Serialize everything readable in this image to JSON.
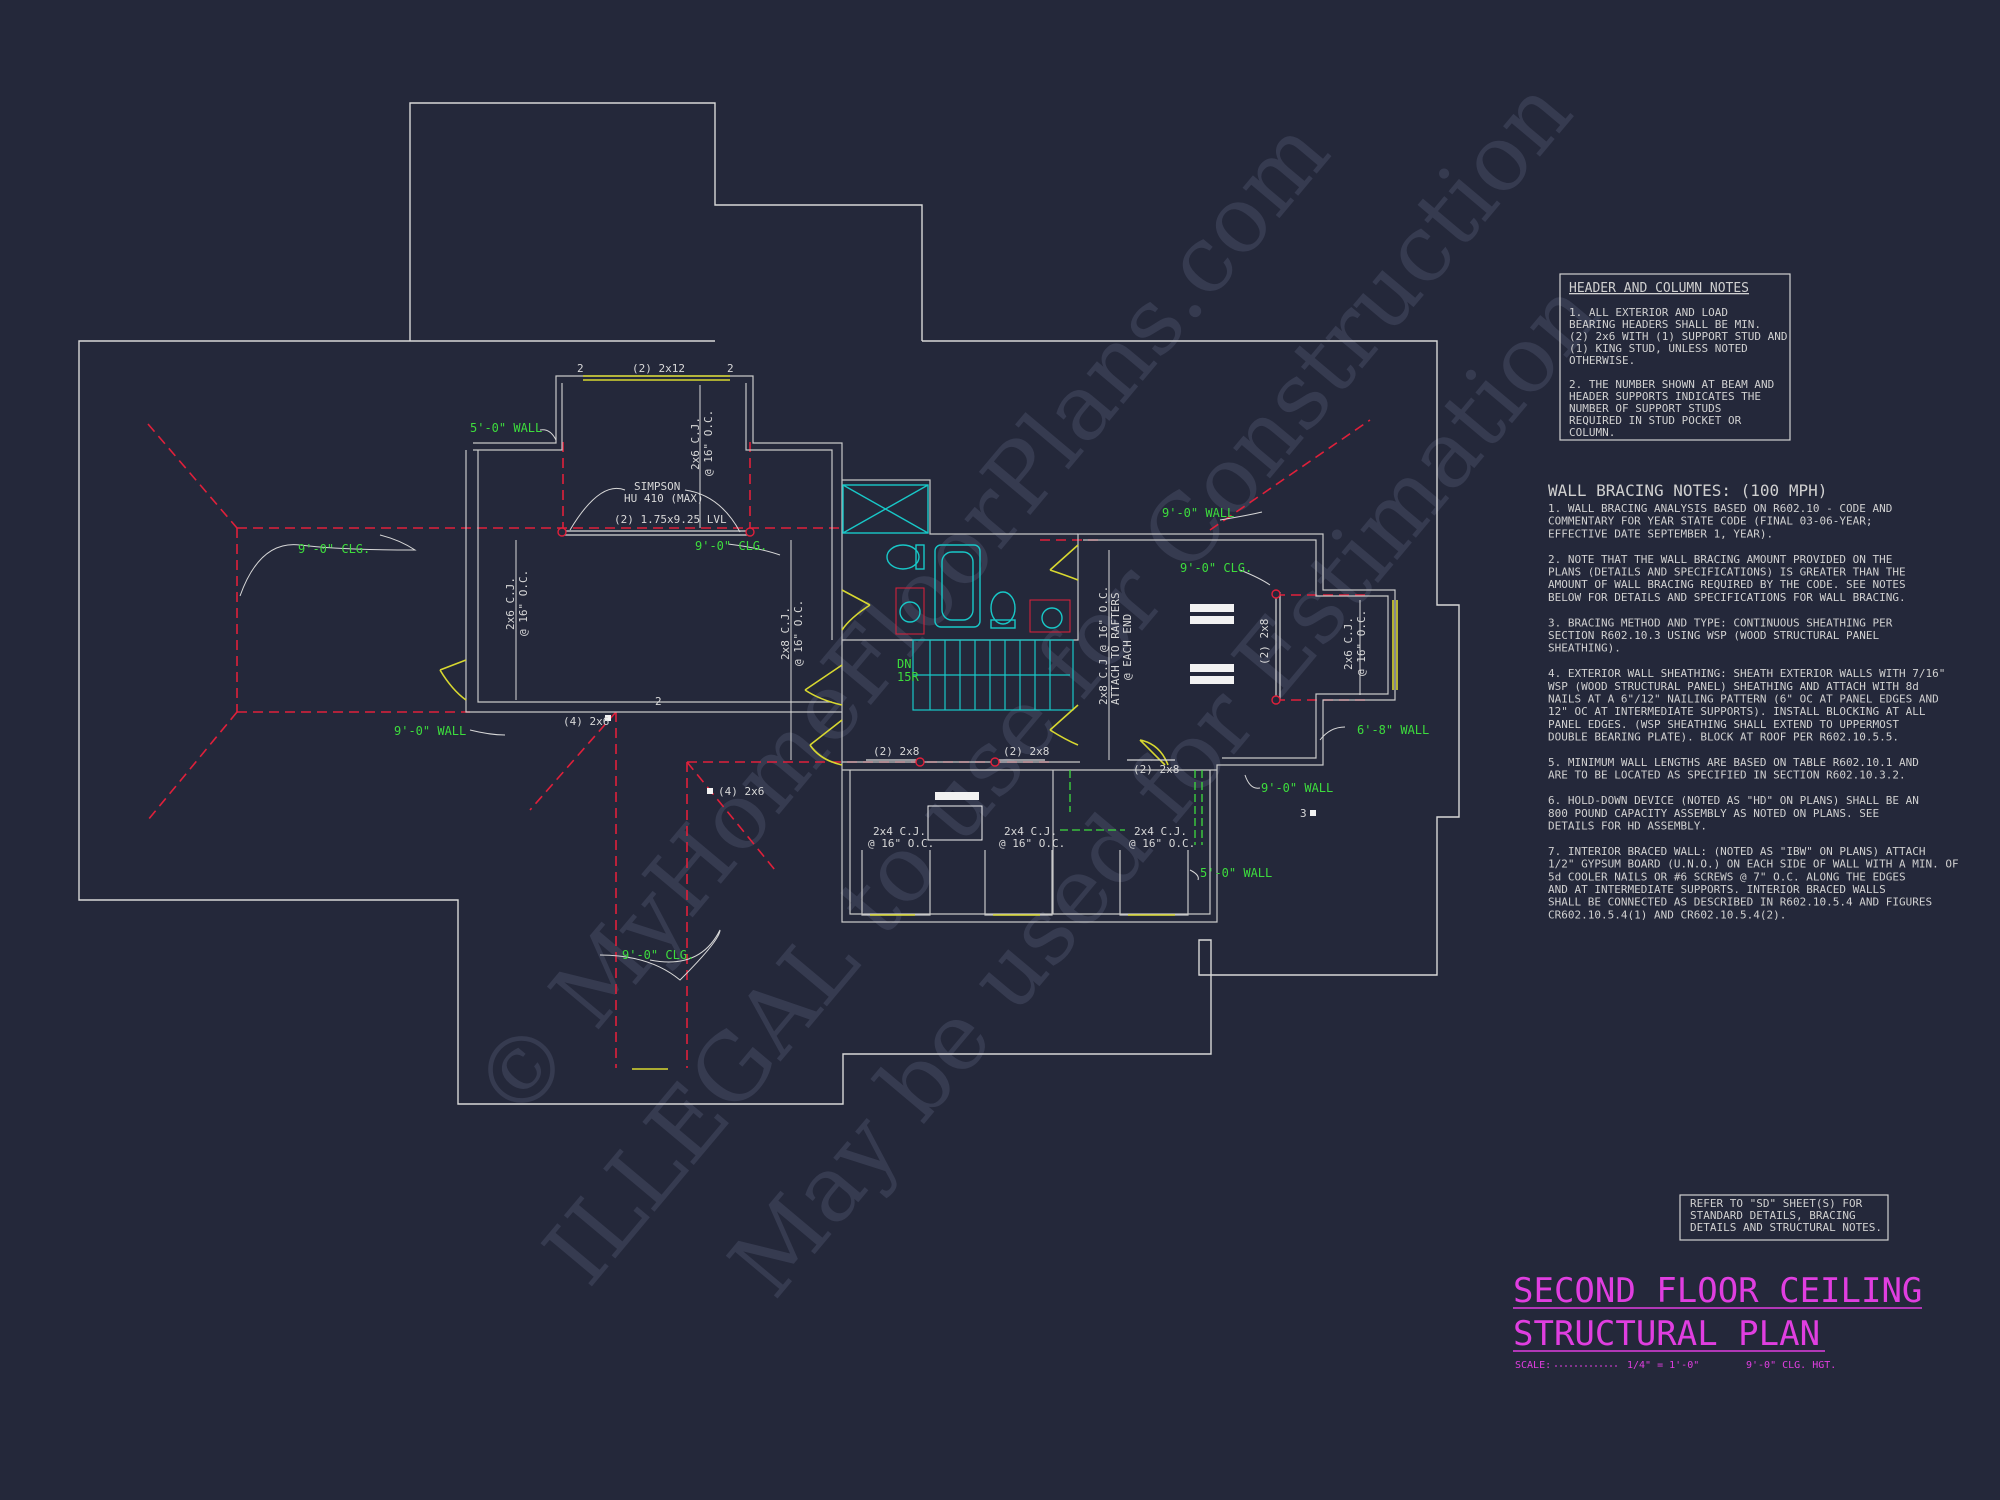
{
  "watermark": {
    "line1": "© MyHomeFloorPlans.com",
    "line2": "ILLEGAL to use for Construction",
    "line3": "May be used for Estimation"
  },
  "plan": {
    "ceiling_labels": [
      "9'-0\" CLG.",
      "9'-0\" CLG.",
      "9'-0\" CLG.",
      "9'-0\" CLG."
    ],
    "wall_labels": [
      "5'-0\" WALL",
      "9'-0\" WALL",
      "9'-0\" WALL",
      "6'-8\" WALL",
      "9'-0\" WALL",
      "5'-0\" WALL"
    ],
    "header_top": "(2) 2x12",
    "post_count_a": "2",
    "post_count_b": "2",
    "post_count_c": "2",
    "post_count_d": "3",
    "simpson_line1": "SIMPSON",
    "simpson_line2": "HU 410 (MAX)",
    "lvl_beam": "(2) 1.75x9.25 LVL",
    "cj_top": "2x6 C.J.",
    "cj_top_oc": "@ 16\" O.C.",
    "cj_left": "2x6 C.J.",
    "cj_left_oc": "@ 16\" O.C.",
    "cj_mid": "2x8 C.J.",
    "cj_mid_oc": "@ 16\" O.C.",
    "cj_right_main": "2x8 C.J @ 16\" O.C.",
    "cj_right_attach": "ATTACH TO RAFTERS",
    "cj_right_each": "@ EACH END",
    "cj_right_far": "2x6 C.J.",
    "cj_right_far_oc": "@ 16\" O.C.",
    "post_4x6_a": "(4) 2x6",
    "post_4x6_b": "(4) 2x6",
    "hdr_2x8_a": "(2) 2x8",
    "hdr_2x8_b": "(2) 2x8",
    "hdr_2x8_c": "(2) 2x8",
    "hdr_2x8_v": "(2) 2x8",
    "cj_small_a": "2x4 C.J.",
    "cj_small_a_oc": "@ 16\" O.C.",
    "cj_small_b": "2x4 C.J.",
    "cj_small_b_oc": "@ 16\" O.C.",
    "cj_small_c": "2x4 C.J.",
    "cj_small_c_oc": "@ 16\" O.C.",
    "stair_dn": "DN",
    "stair_num": "15R"
  },
  "header_notes": {
    "title": "HEADER AND COLUMN NOTES",
    "lines": [
      "1. ALL EXTERIOR AND LOAD",
      "BEARING HEADERS SHALL BE MIN.",
      "(2) 2x6 WITH (1) SUPPORT STUD AND",
      "(1) KING STUD, UNLESS NOTED",
      "OTHERWISE.",
      "",
      "2. THE NUMBER SHOWN AT BEAM AND",
      "HEADER SUPPORTS INDICATES THE",
      "NUMBER OF SUPPORT STUDS",
      "REQUIRED IN STUD POCKET OR",
      "COLUMN."
    ]
  },
  "bracing_notes": {
    "title": "WALL BRACING NOTES: (100 MPH)",
    "lines": [
      "1. WALL BRACING ANALYSIS BASED ON R602.10 - CODE AND",
      "COMMENTARY FOR YEAR STATE CODE (FINAL 03-06-YEAR;",
      "EFFECTIVE DATE SEPTEMBER 1, YEAR).",
      "",
      "2. NOTE THAT THE WALL BRACING AMOUNT PROVIDED ON THE",
      "PLANS (DETAILS AND SPECIFICATIONS) IS GREATER THAN THE",
      "AMOUNT OF WALL BRACING REQUIRED BY THE CODE. SEE NOTES",
      "BELOW FOR DETAILS AND SPECIFICATIONS FOR WALL BRACING.",
      "",
      "3. BRACING METHOD AND TYPE: CONTINUOUS SHEATHING PER",
      "SECTION R602.10.3 USING WSP (WOOD STRUCTURAL PANEL",
      "SHEATHING).",
      "",
      "4. EXTERIOR WALL SHEATHING: SHEATH EXTERIOR WALLS WITH 7/16\"",
      "WSP (WOOD STRUCTURAL PANEL) SHEATHING AND ATTACH WITH 8d",
      "NAILS AT A 6\"/12\" NAILING PATTERN (6\" OC AT PANEL EDGES AND",
      "12\" OC AT INTERMEDIATE SUPPORTS). INSTALL BLOCKING AT ALL",
      "PANEL EDGES. (WSP SHEATHING SHALL EXTEND TO UPPERMOST",
      "DOUBLE BEARING PLATE). BLOCK AT ROOF PER R602.10.5.5.",
      "",
      "5. MINIMUM WALL LENGTHS ARE BASED ON TABLE R602.10.1 AND",
      "ARE TO BE LOCATED AS SPECIFIED IN SECTION R602.10.3.2.",
      "",
      "6. HOLD-DOWN DEVICE (NOTED AS \"HD\" ON PLANS) SHALL BE AN",
      "800 POUND CAPACITY ASSEMBLY AS NOTED ON PLANS. SEE",
      "DETAILS FOR HD ASSEMBLY.",
      "",
      "7. INTERIOR BRACED WALL: (NOTED AS \"IBW\" ON PLANS) ATTACH",
      "1/2\" GYPSUM BOARD (U.N.O.) ON EACH SIDE OF WALL WITH A MIN. OF",
      "5d COOLER NAILS OR #6 SCREWS @ 7\" O.C. ALONG THE EDGES",
      "AND AT INTERMEDIATE SUPPORTS.  INTERIOR BRACED WALLS",
      "SHALL BE CONNECTED AS DESCRIBED IN R602.10.5.4 AND FIGURES",
      "CR602.10.5.4(1) AND CR602.10.5.4(2)."
    ]
  },
  "refer_box": {
    "lines": [
      "REFER TO \"SD\" SHEET(S) FOR",
      "STANDARD DETAILS, BRACING",
      "DETAILS AND STRUCTURAL NOTES."
    ]
  },
  "title_block": {
    "line1": "SECOND FLOOR CEILING",
    "line2": "STRUCTURAL PLAN",
    "scale_label": "SCALE:",
    "scale_value": "1/4\" = 1'-0\"",
    "ceiling_height": "9'-0\" CLG. HGT."
  },
  "colors": {
    "background": "#24283a",
    "outline": "#d8d8d8",
    "ridge": "#e0203a",
    "labels": "#3ddc3d",
    "fixtures": "#18c8c8",
    "title": "#e03ee0",
    "door": "#d8d830"
  }
}
